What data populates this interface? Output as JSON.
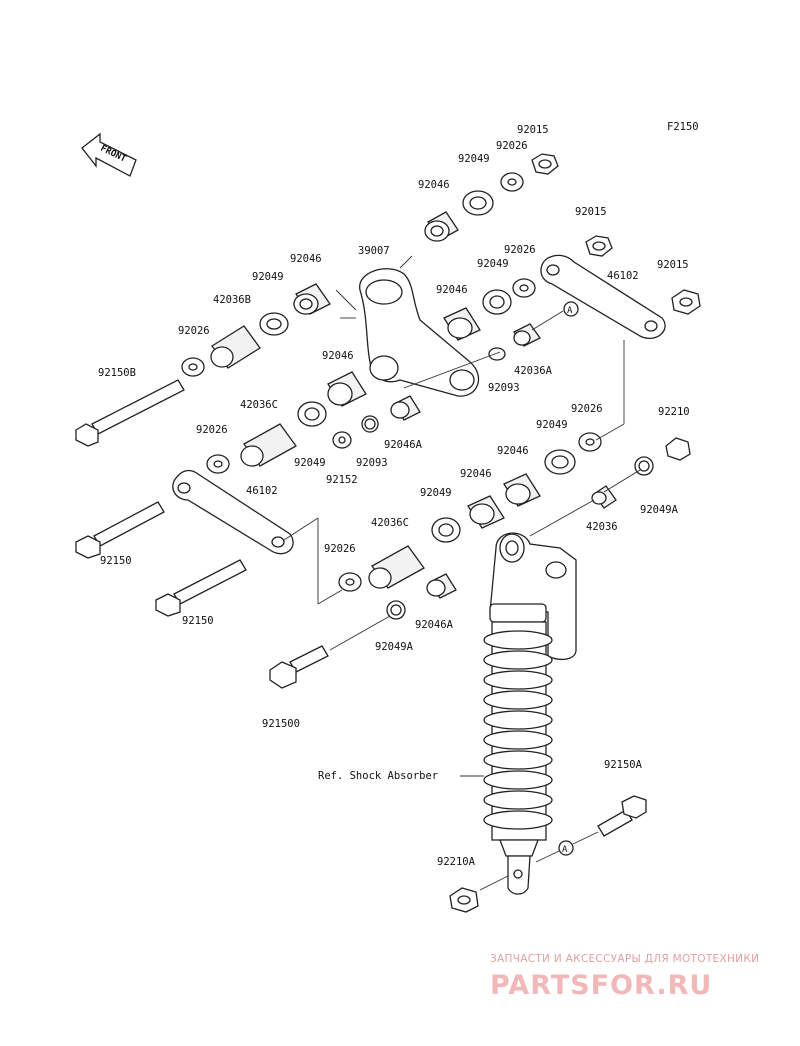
{
  "figure_code": "F2150",
  "front_label": "FRONT",
  "ref_label": "Ref. Shock Absorber",
  "circle_marker": "A",
  "watermark": {
    "line1": "ЗАПЧАСТИ И АКСЕССУАРЫ ДЛЯ МОТОТЕХНИКИ",
    "line2": "PARTSFOR.RU"
  },
  "callouts": [
    "92015",
    "92026",
    "92049",
    "92046",
    "92015",
    "46102",
    "92015",
    "39007",
    "92046",
    "92049",
    "92026",
    "92049",
    "92046",
    "42036B",
    "92026",
    "92150B",
    "92046",
    "92093",
    "42036A",
    "42036C",
    "92046A",
    "92026",
    "92093",
    "92049",
    "92152",
    "92026",
    "92049",
    "92210",
    "92046",
    "92046",
    "92049A",
    "46102",
    "92049",
    "42036",
    "92150",
    "42036C",
    "92026",
    "92150",
    "92046A",
    "92049A",
    "921500",
    "92150A",
    "92210A"
  ]
}
